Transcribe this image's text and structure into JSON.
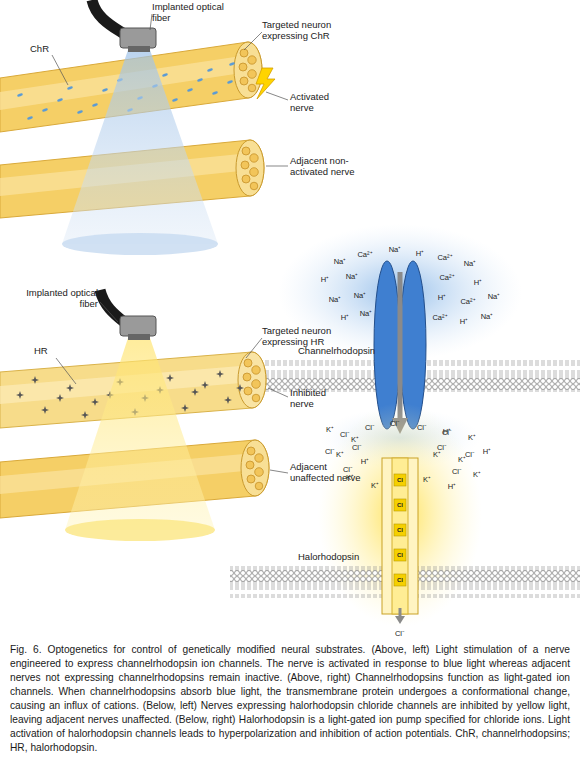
{
  "diagram": {
    "caption": "Fig. 6. Optogenetics for control of genetically modified neural substrates. (Above, left) Light stimulation of a nerve engineered to express channelrhodopsin ion channels. The nerve is activated in response to blue light whereas adjacent nerves not expressing channelrhodopsins remain inactive. (Above, right) Channelrhodopsins function as light-gated ion channels. When channelrhodopsins absorb blue light, the transmembrane protein undergoes a conformational change, causing an influx of cations. (Below, left) Nerves expressing halorhodopsin chloride channels are inhibited by yellow light, leaving adjacent nerves unaffected. (Below, right) Halorhodopsin is a light-gated ion pump specified for chloride ions. Light activation of halorhodopsin channels leads to hyperpolarization and inhibition of action potentials. ChR, channelrhodopsins; HR, halorhodopsin.",
    "labels": [
      "Implanted optical fiber",
      "ChR",
      "Targeted neuron expressing ChR",
      "Activated nerve",
      "Adjacent non-activated nerve",
      "Na⁺",
      "Ca²⁺",
      "Na⁺",
      "H⁺",
      "Ca²⁺",
      "Na⁺",
      "H⁺",
      "Na⁺",
      "Ca²⁺",
      "H⁺",
      "Na⁺",
      "Na⁺",
      "H⁺",
      "Ca²⁺",
      "Na⁺",
      "H⁺",
      "Na⁺",
      "Ca²⁺",
      "H⁺",
      "Na⁺",
      "K⁺",
      "K⁺",
      "H⁺",
      "K⁺",
      "K⁺",
      "H⁺",
      "K⁺",
      "K⁺",
      "H⁺",
      "K⁺",
      "K⁺",
      "K⁺",
      "H⁺",
      "K⁺",
      "Channelrhodopsin",
      "Implanted optical fiber",
      "HR",
      "Targeted neuron expressing HR",
      "Inhibited nerve",
      "Adjacent unaffected nerve",
      "Cl⁻",
      "Cl⁻",
      "Cl⁻",
      "Cl⁻",
      "Cl⁻",
      "Cl⁻",
      "Cl⁻",
      "Cl⁻",
      "Cl⁻",
      "Cl⁻",
      "Cl⁻",
      "Cl",
      "Cl",
      "Cl",
      "Cl",
      "Cl",
      "Cl⁻",
      "Halorhodopsin"
    ]
  }
}
